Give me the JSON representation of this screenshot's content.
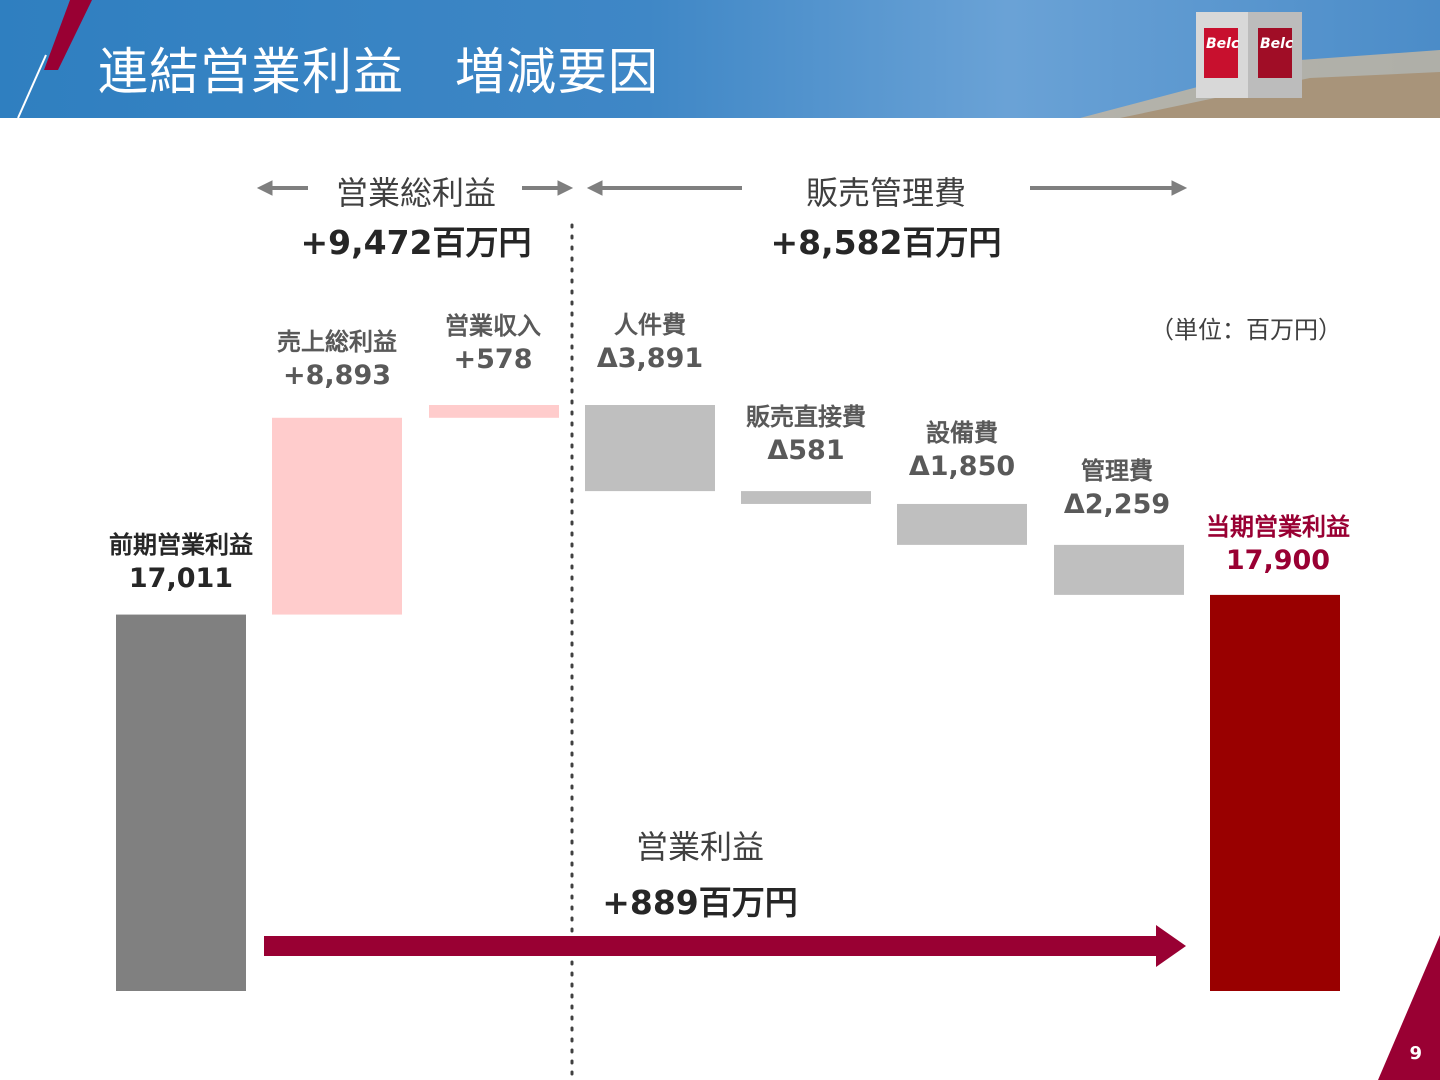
{
  "slide": {
    "title": "連結営業利益　増減要因",
    "unit_note": "（単位：百万円）",
    "page_number": "9",
    "logo_text": "Belc",
    "colors": {
      "header": "#3f87c6",
      "accent": "#990033",
      "prev_bar": "#808080",
      "increase_bar": "#ffcccc",
      "decrease_bar": "#bfbfbf",
      "current_bar": "#990000"
    }
  },
  "sections": {
    "gross": {
      "label": "営業総利益",
      "value": "+9,472百万円"
    },
    "sga": {
      "label": "販売管理費",
      "value": "+8,582百万円"
    },
    "operating": {
      "label": "営業利益",
      "value": "+889百万円"
    }
  },
  "chart_data": {
    "type": "waterfall",
    "steps": [
      {
        "name": "前期営業利益",
        "value_label": "17,011",
        "value": 17011,
        "kind": "total"
      },
      {
        "name": "売上総利益",
        "value_label": "+8,893",
        "value": 8893,
        "kind": "increase"
      },
      {
        "name": "営業収入",
        "value_label": "+578",
        "value": 578,
        "kind": "increase"
      },
      {
        "name": "人件費",
        "value_label": "Δ3,891",
        "value": -3891,
        "kind": "decrease"
      },
      {
        "name": "販売直接費",
        "value_label": "Δ581",
        "value": -581,
        "kind": "decrease"
      },
      {
        "name": "設備費",
        "value_label": "Δ1,850",
        "value": -1850,
        "kind": "decrease"
      },
      {
        "name": "管理費",
        "value_label": "Δ2,259",
        "value": -2259,
        "kind": "decrease"
      },
      {
        "name": "当期営業利益",
        "value_label": "17,900",
        "value": 17900,
        "kind": "total"
      }
    ]
  }
}
